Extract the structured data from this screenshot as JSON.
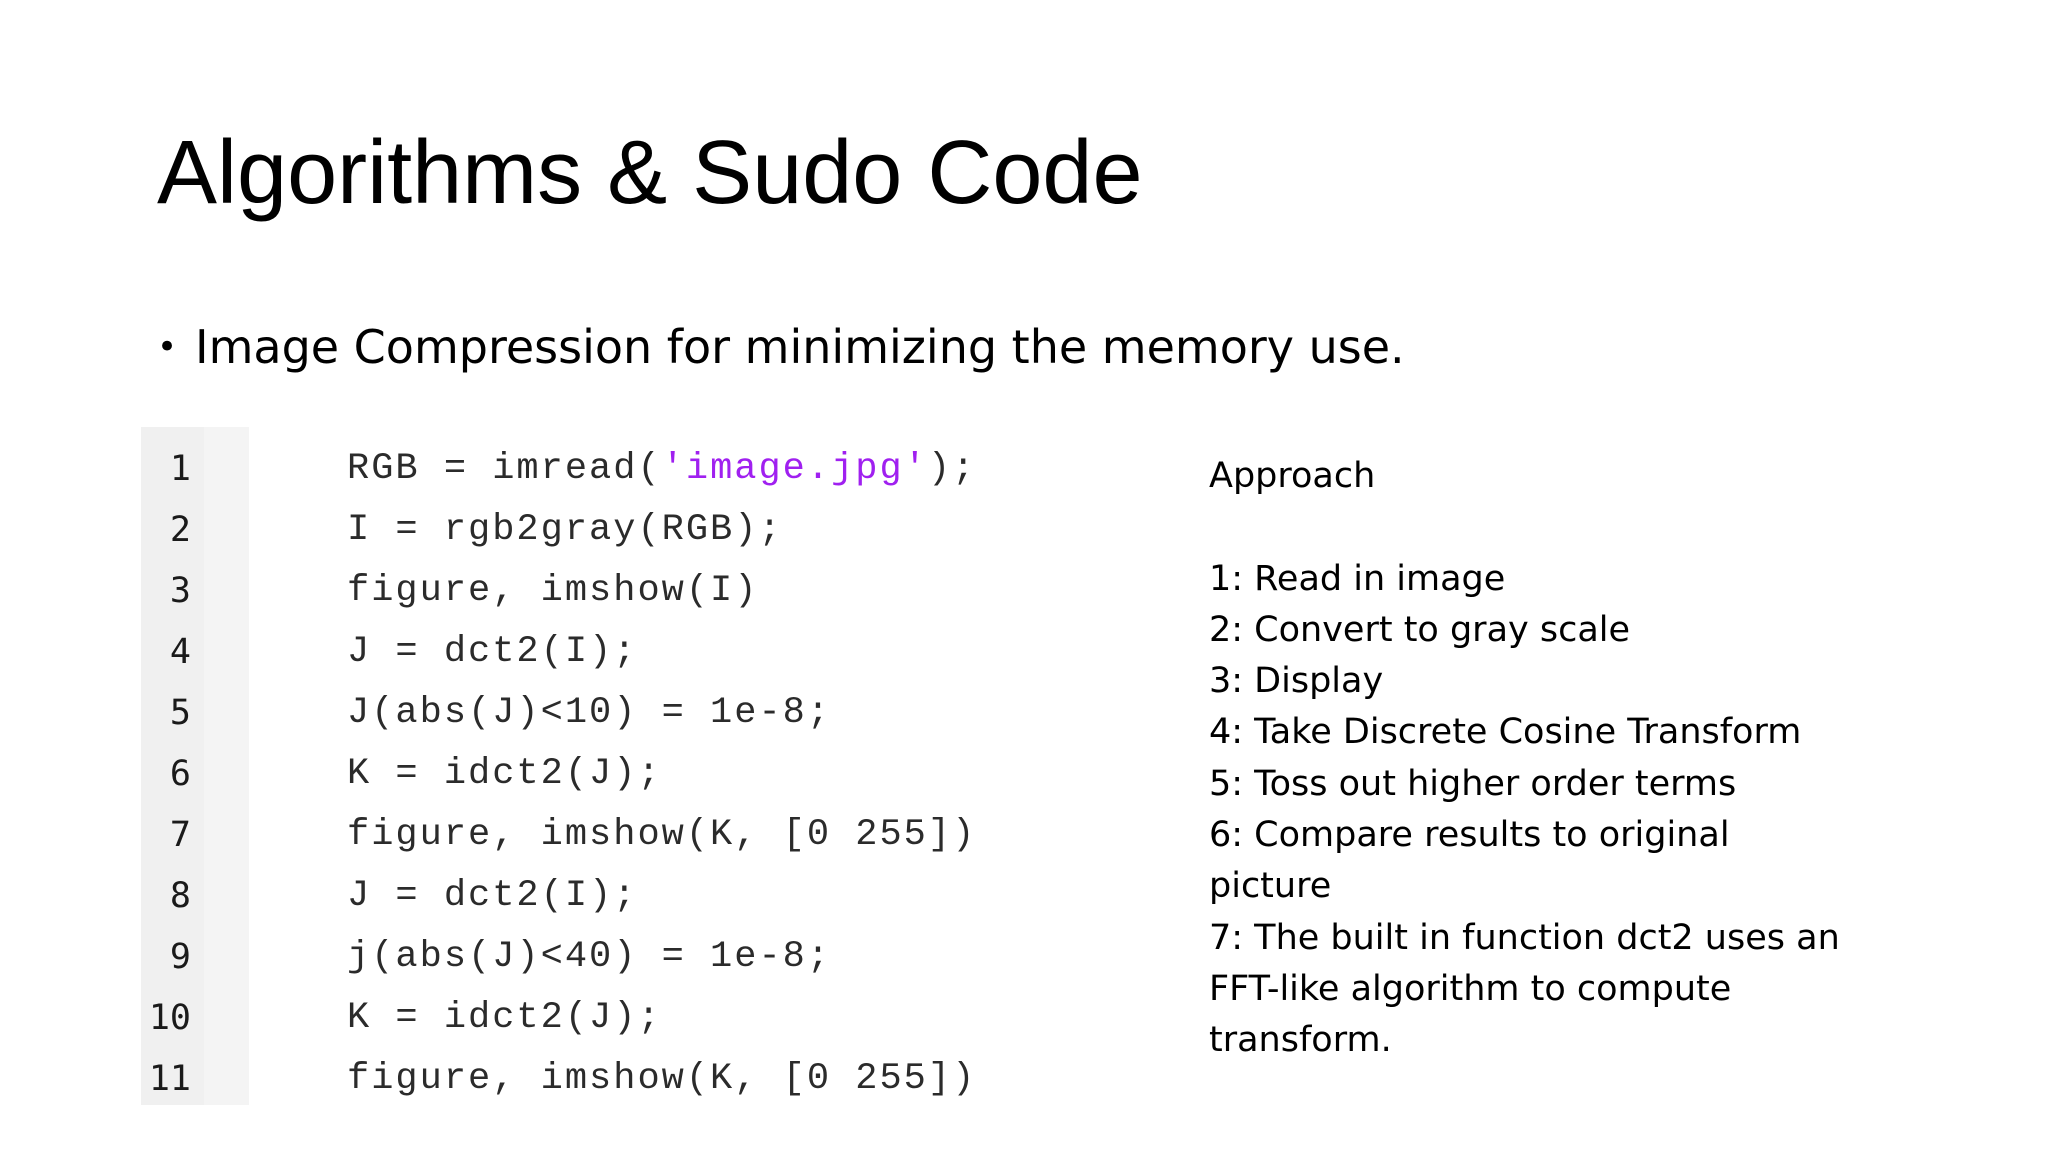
{
  "slide": {
    "title": "Algorithms & Sudo Code",
    "bullet": "Image Compression for minimizing the memory use."
  },
  "code": {
    "lines": [
      {
        "number": "1",
        "before": "RGB = imread(",
        "string": "'image.jpg'",
        "after": ");"
      },
      {
        "number": "2",
        "before": "I = rgb2gray(RGB);",
        "string": "",
        "after": ""
      },
      {
        "number": "3",
        "before": "figure, imshow(I)",
        "string": "",
        "after": ""
      },
      {
        "number": "4",
        "before": "J = dct2(I);",
        "string": "",
        "after": ""
      },
      {
        "number": "5",
        "before": "J(abs(J)<10) = 1e-8;",
        "string": "",
        "after": ""
      },
      {
        "number": "6",
        "before": "K = idct2(J);",
        "string": "",
        "after": ""
      },
      {
        "number": "7",
        "before": "figure, imshow(K, [0 255])",
        "string": "",
        "after": ""
      },
      {
        "number": "8",
        "before": "J = dct2(I);",
        "string": "",
        "after": ""
      },
      {
        "number": "9",
        "before": "j(abs(J)<40) = 1e-8;",
        "string": "",
        "after": ""
      },
      {
        "number": "10",
        "before": "K = idct2(J);",
        "string": "",
        "after": ""
      },
      {
        "number": "11",
        "before": "figure, imshow(K, [0 255])",
        "string": "",
        "after": ""
      }
    ],
    "string_color": "#a020f0"
  },
  "approach": {
    "title": "Approach",
    "steps": [
      "1: Read in image",
      "2: Convert to gray scale",
      "3: Display",
      "4: Take Discrete Cosine Transform",
      "5: Toss out higher order terms",
      "6: Compare results to original",
      "picture",
      "7: The built in function dct2 uses an",
      "FFT-like algorithm to compute",
      "transform."
    ]
  }
}
